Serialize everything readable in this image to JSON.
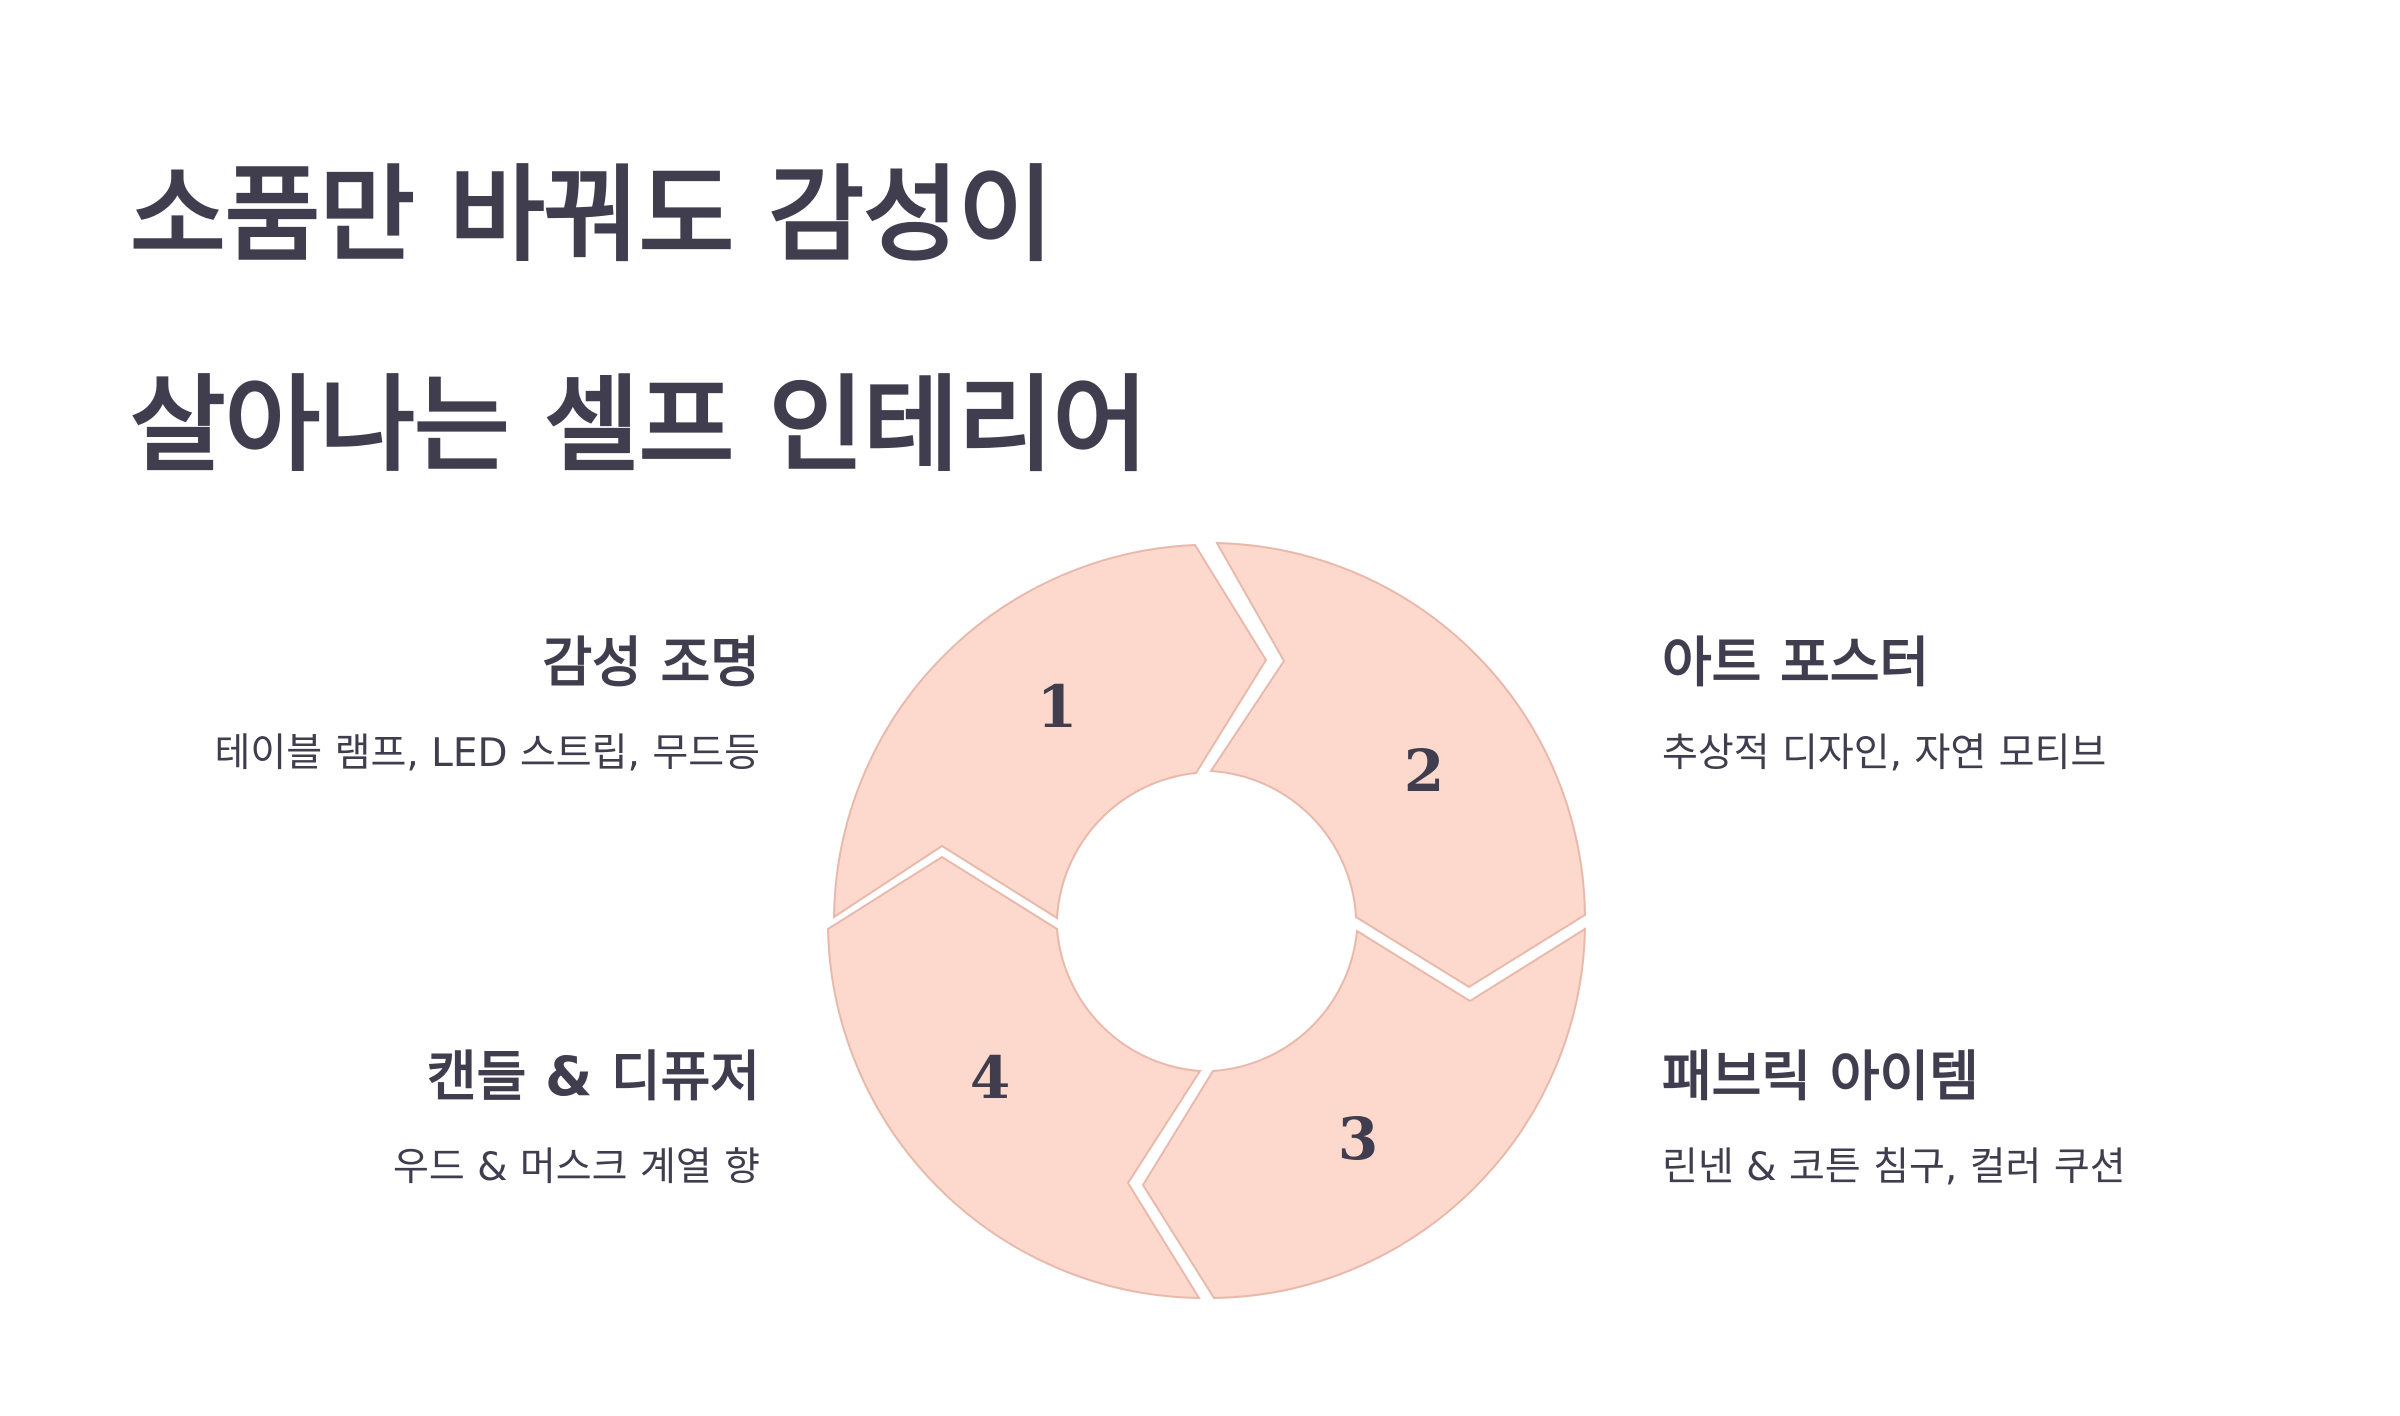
{
  "title": {
    "line1": "소품만 바꿔도 감성이",
    "line2": "살아나는 셀프 인테리어"
  },
  "colors": {
    "segment_fill": "#fdd8cd",
    "segment_stroke": "#e8b8aa",
    "text": "#3f3d4e",
    "background": "#ffffff"
  },
  "cycle": {
    "segments": [
      {
        "number": "1"
      },
      {
        "number": "2"
      },
      {
        "number": "3"
      },
      {
        "number": "4"
      }
    ]
  },
  "items": [
    {
      "heading": "감성 조명",
      "description": "테이블 램프, LED 스트립, 무드등"
    },
    {
      "heading": "아트 포스터",
      "description": "추상적 디자인, 자연 모티브"
    },
    {
      "heading": "패브릭 아이템",
      "description": "린넨 & 코튼 침구, 컬러 쿠션"
    },
    {
      "heading": "캔들 & 디퓨저",
      "description": "우드 & 머스크 계열 향"
    }
  ]
}
